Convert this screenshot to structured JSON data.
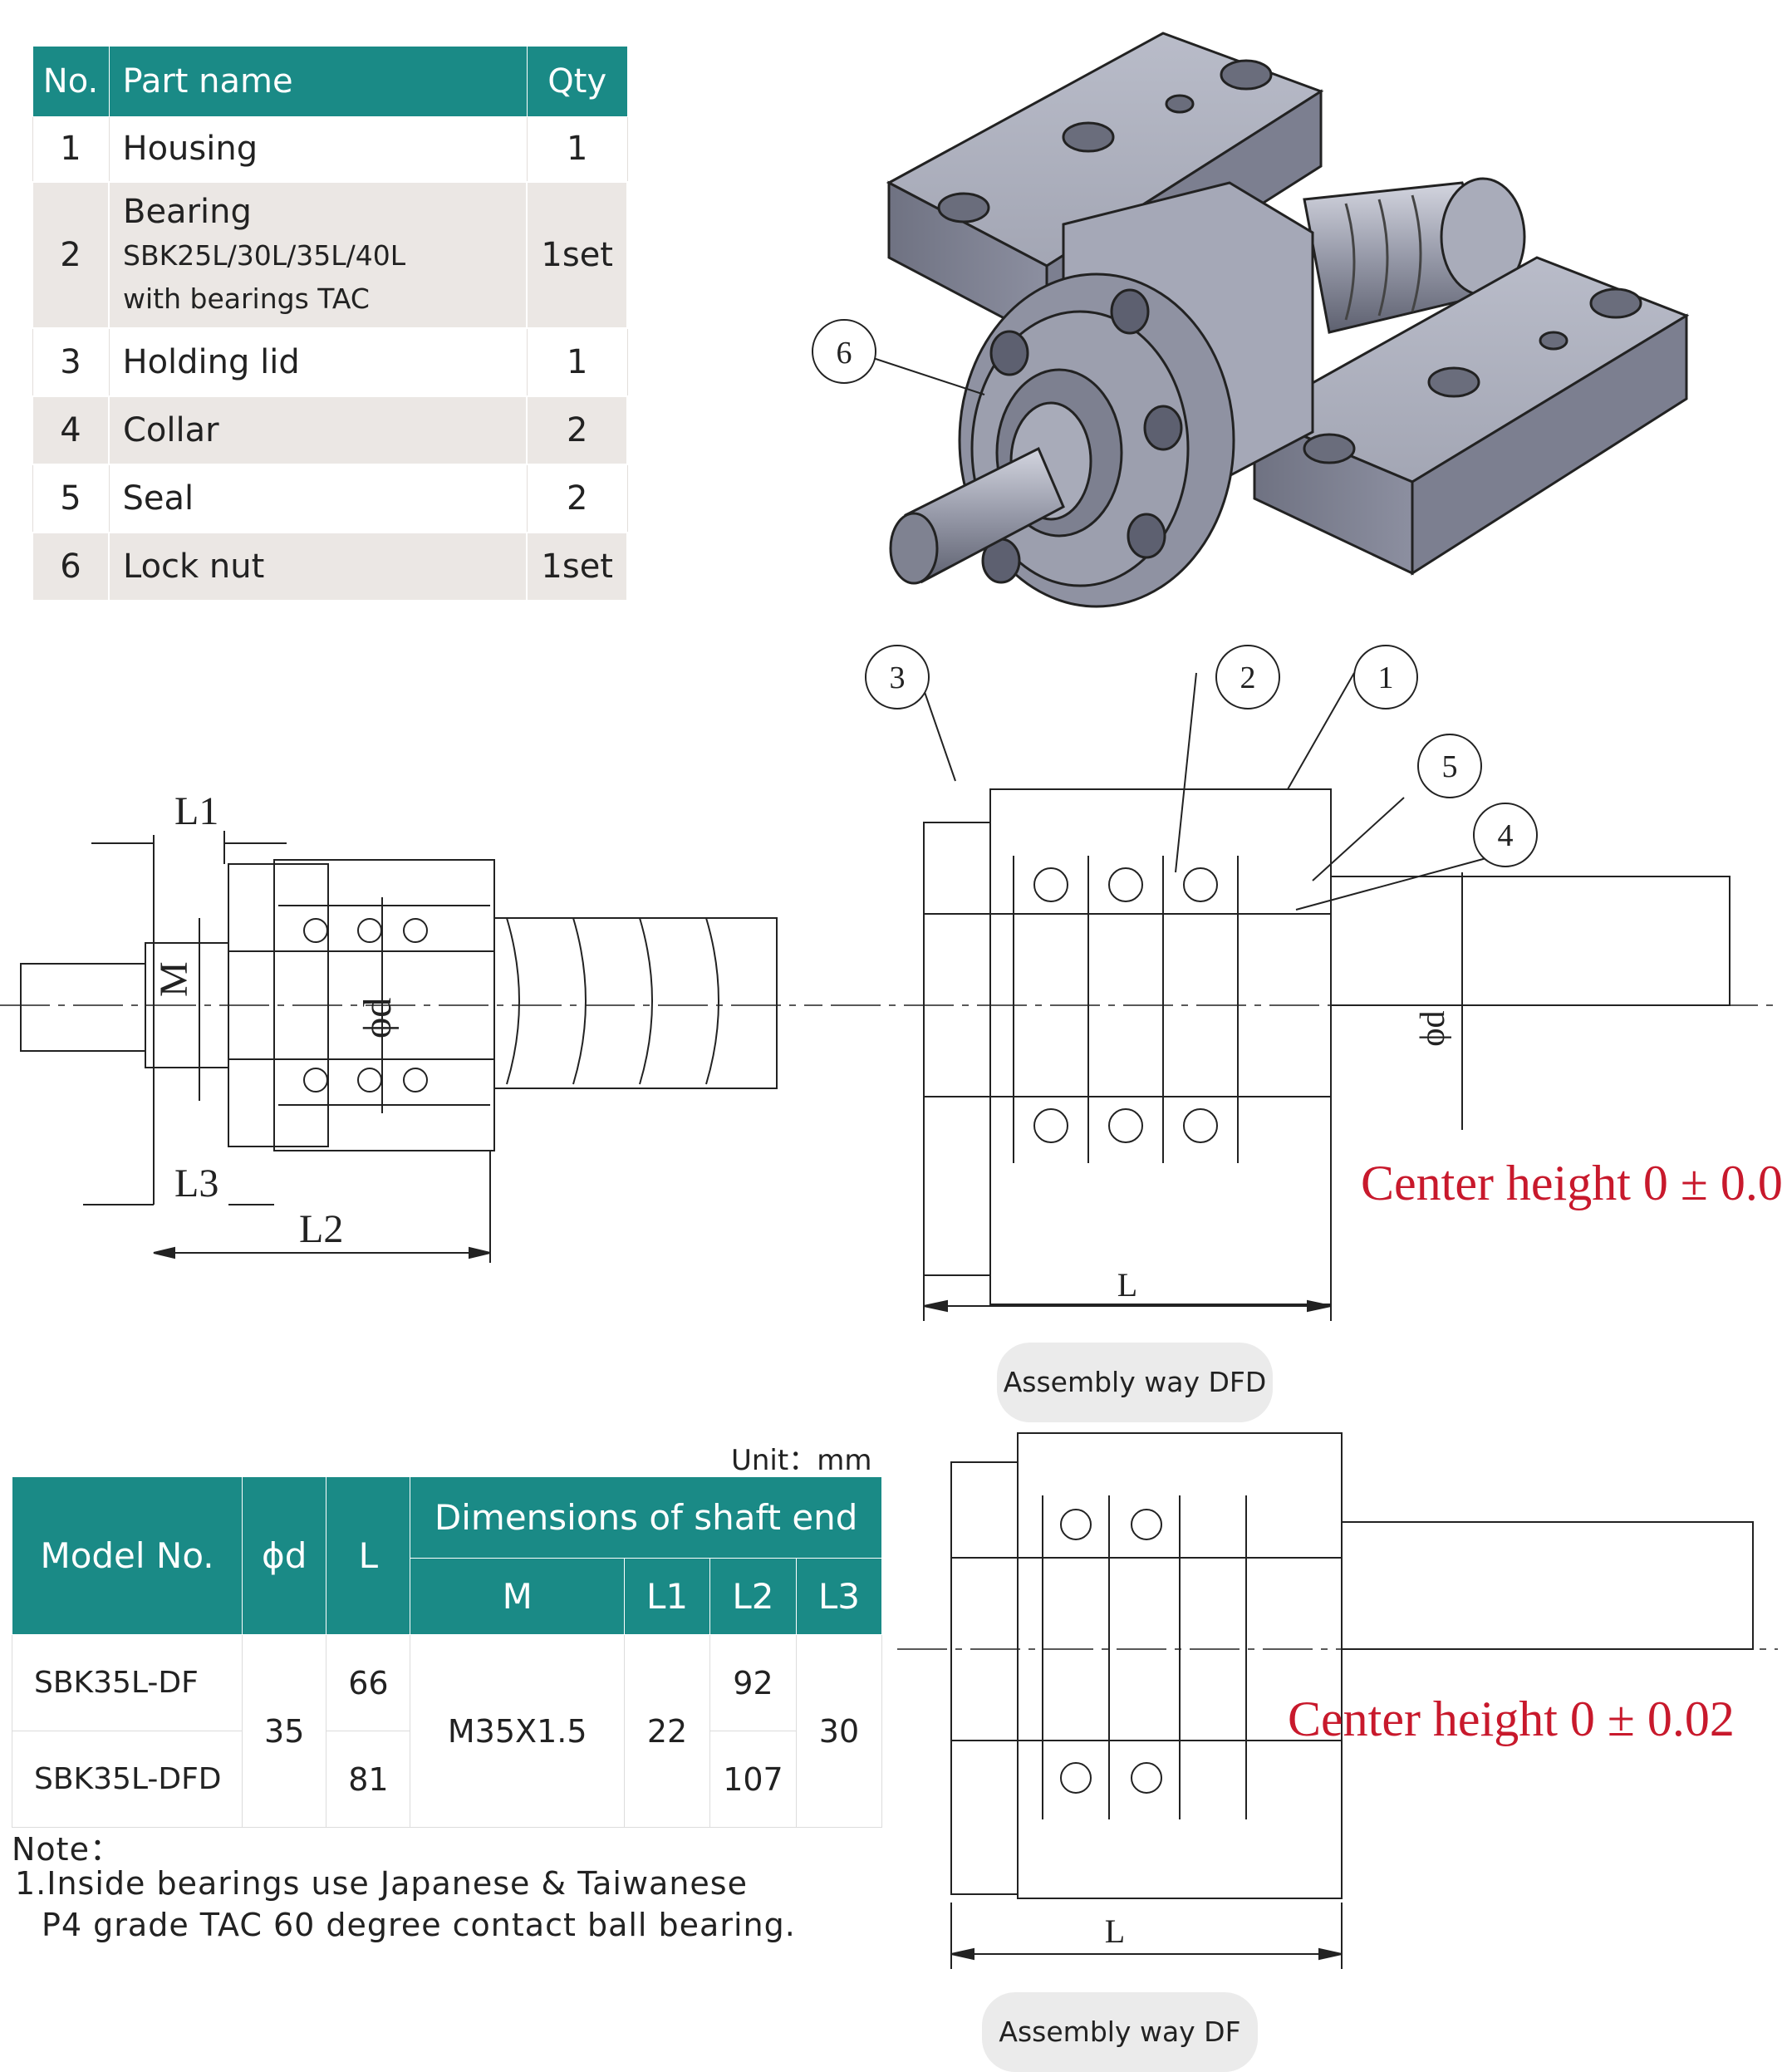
{
  "parts_table": {
    "headers": {
      "no": "No.",
      "name": "Part name",
      "qty": "Qty"
    },
    "rows": [
      {
        "no": "1",
        "name": "Housing",
        "qty": "1"
      },
      {
        "no": "2",
        "name": "Bearing",
        "sub1": "SBK25L/30L/35L/40L",
        "sub2": "with bearings TAC",
        "qty": "1set"
      },
      {
        "no": "3",
        "name": "Holding lid",
        "qty": "1"
      },
      {
        "no": "4",
        "name": "Collar",
        "qty": "2"
      },
      {
        "no": "5",
        "name": "Seal",
        "qty": "2"
      },
      {
        "no": "6",
        "name": "Lock nut",
        "qty": "1set"
      }
    ]
  },
  "callouts": {
    "c1": "1",
    "c2": "2",
    "c3": "3",
    "c4": "4",
    "c5": "5",
    "c6": "6"
  },
  "drawing_labels": {
    "L1": "L1",
    "L2": "L2",
    "L3": "L3",
    "M": "M",
    "phi_d": "ϕd",
    "L": "L"
  },
  "center_height": "Center height 0 ± 0.02",
  "assembly_dfd": "Assembly way DFD",
  "assembly_df": "Assembly way DF",
  "unit": "Unit：mm",
  "dim_table": {
    "headers": {
      "model": "Model No.",
      "d": "ϕd",
      "L": "L",
      "shaft_end": "Dimensions of shaft end",
      "M": "M",
      "L1": "L1",
      "L2": "L2",
      "L3": "L3"
    },
    "rows": [
      {
        "model": "SBK35L-DF",
        "d": "35",
        "L": "66",
        "M": "M35X1.5",
        "L1": "22",
        "L2": "92",
        "L3": "30"
      },
      {
        "model": "SBK35L-DFD",
        "d": "35",
        "L": "81",
        "M": "M35X1.5",
        "L1": "22",
        "L2": "107",
        "L3": "30"
      }
    ]
  },
  "note": {
    "title": "Note：",
    "line1": "1.Inside bearings use Japanese & Taiwanese",
    "line2": "P4 grade TAC 60 degree contact ball bearing."
  }
}
